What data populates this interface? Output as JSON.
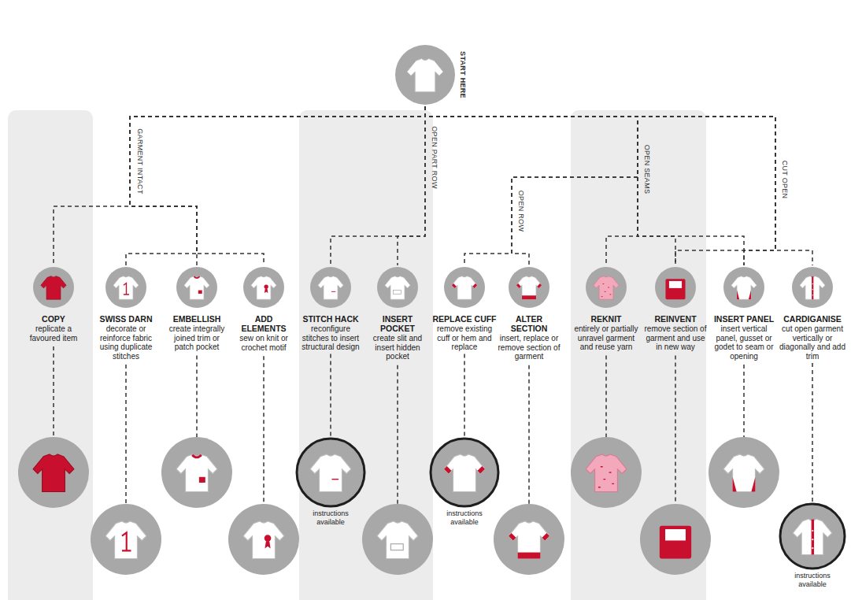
{
  "diagram": {
    "nodes": [
      {
        "text": [
          "START HERE"
        ]
      },
      {
        "text": [
          "COPY",
          "replicate a favoured item"
        ]
      },
      {
        "text": [
          "SWISS DARN",
          "decorate or reinforce fabric using duplicate stitches"
        ]
      },
      {
        "text": [
          "EMBELLISH",
          "create integrally joined trim or patch pocket"
        ]
      },
      {
        "text": [
          "ADD ELEMENTS",
          "sew on knit or crochet motif"
        ]
      },
      {
        "text": [
          "STITCH HACK",
          "reconfigure stitches to insert structural design"
        ]
      },
      {
        "text": [
          "INSERT POCKET",
          "create slit and insert hidden pocket"
        ]
      },
      {
        "text": [
          "REPLACE CUFF",
          "remove existing cuff or hem and replace"
        ]
      },
      {
        "text": [
          "ALTER SECTION",
          "insert, replace or remove section of garment"
        ]
      },
      {
        "text": [
          "REKNIT",
          "entirely or partially unravel garment and reuse yarn"
        ]
      },
      {
        "text": [
          "REINVENT",
          "remove section of garment and use in new way"
        ]
      },
      {
        "text": [
          "INSERT PANEL",
          "insert vertical panel, gusset or godet to seam or opening"
        ]
      },
      {
        "text": [
          "CARDIGANISE",
          "cut open garment vertically or diagonally and add trim"
        ]
      },
      {
        "text": [
          "instructions available"
        ]
      },
      {
        "text": [
          "instructions available"
        ]
      },
      {
        "text": [
          "instructions available"
        ]
      }
    ],
    "edges": [
      {
        "from": 0,
        "to": 1,
        "arrow": "none",
        "label": "GARMENT INTACT"
      },
      {
        "from": 0,
        "to": 2,
        "arrow": "none"
      },
      {
        "from": 0,
        "to": 3,
        "arrow": "none"
      },
      {
        "from": 0,
        "to": 4,
        "arrow": "none"
      },
      {
        "from": 0,
        "to": 5,
        "arrow": "none",
        "label": "OPEN PART ROW"
      },
      {
        "from": 0,
        "to": 6,
        "arrow": "none"
      },
      {
        "from": 0,
        "to": 7,
        "arrow": "none",
        "label": "OPEN ROW"
      },
      {
        "from": 0,
        "to": 8,
        "arrow": "none"
      },
      {
        "from": 0,
        "to": 9,
        "arrow": "none",
        "label": "OPEN SEAMS"
      },
      {
        "from": 0,
        "to": 10,
        "arrow": "none"
      },
      {
        "from": 0,
        "to": 11,
        "arrow": "none"
      },
      {
        "from": 0,
        "to": 10,
        "arrow": "none",
        "label": "CUT OPEN"
      },
      {
        "from": 0,
        "to": 11,
        "arrow": "none"
      },
      {
        "from": 0,
        "to": 12,
        "arrow": "none"
      },
      {
        "from": 5,
        "to": 13,
        "arrow": "none"
      },
      {
        "from": 7,
        "to": 14,
        "arrow": "none"
      },
      {
        "from": 12,
        "to": 15,
        "arrow": "none"
      }
    ]
  }
}
